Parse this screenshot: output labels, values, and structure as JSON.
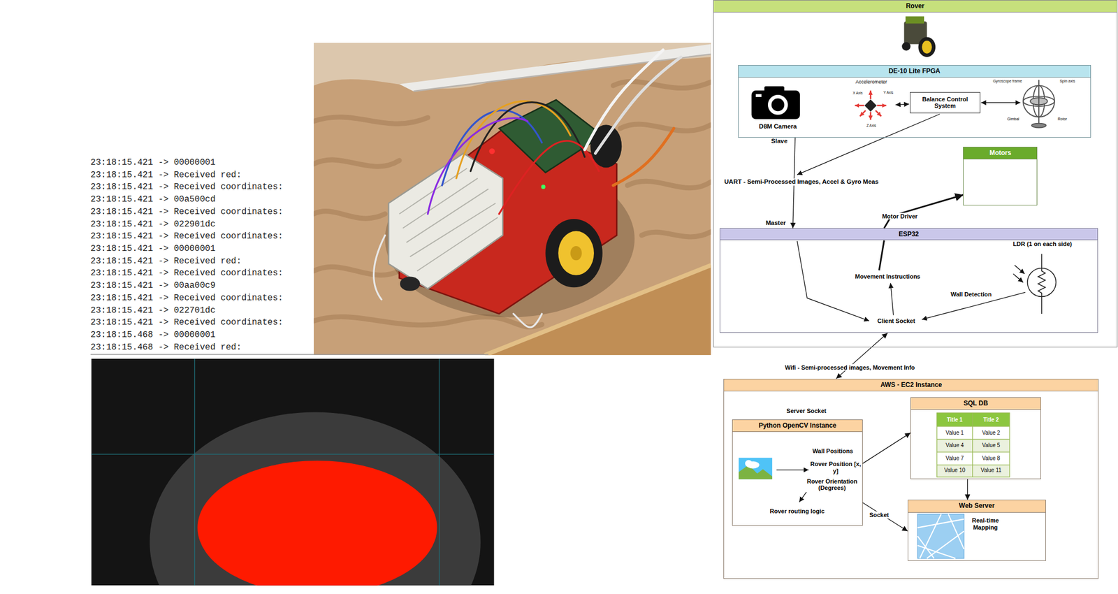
{
  "diagram": {
    "nodes": [
      {
        "text": [
          "Rover"
        ]
      },
      {
        "text": [
          "DE-10 Lite FPGA"
        ],
        "in": 0
      },
      {
        "text": [
          "Balance Control System"
        ],
        "in": 1
      },
      {
        "text": [
          "Motors"
        ],
        "in": 0
      },
      {
        "text": [
          "ESP32"
        ],
        "in": 0
      },
      {
        "text": [
          "AWS - EC2 Instance"
        ]
      },
      {
        "text": [
          "Python OpenCV Instance"
        ],
        "in": 5
      },
      {
        "text": [
          "SQL DB"
        ],
        "in": 5
      },
      {
        "text": [
          "Web Server"
        ],
        "in": 5
      }
    ],
    "edges": [
      {
        "from": 1,
        "to": 4,
        "arrow": "to",
        "label": "UART - Semi-Processed Images, Accel & Gyro Meas"
      },
      {
        "from": 4,
        "to": 3,
        "arrow": "to",
        "label": "Motor Driver"
      },
      {
        "from": 4,
        "to": 5,
        "arrow": "both",
        "label": "Wifi - Semi-processed images, Movement Info"
      },
      {
        "from": 6,
        "to": 7,
        "arrow": "to"
      },
      {
        "from": 7,
        "to": 8,
        "arrow": "to"
      },
      {
        "from": 6,
        "to": 8,
        "arrow": "to",
        "label": "Socket"
      }
    ],
    "labels": [
      "23:18:15.421 -> 00000001",
      "23:18:15.421 -> Received red:",
      "23:18:15.421 -> Received coordinates:",
      "23:18:15.421 -> 00a500cd",
      "23:18:15.421 -> Received coordinates:",
      "23:18:15.421 -> 022901dc",
      "23:18:15.421 -> Received coordinates:",
      "23:18:15.421 -> 00000001",
      "23:18:15.421 -> Received red:",
      "23:18:15.421 -> Received coordinates:",
      "23:18:15.421 -> 00aa00c9",
      "23:18:15.421 -> Received coordinates:",
      "23:18:15.421 -> 022701dc",
      "23:18:15.421 -> Received coordinates:",
      "23:18:15.468 -> 00000001",
      "23:18:15.468 -> Received red:",
      "Accelerometer",
      "X Axis",
      "Y Axis",
      "Z Axis",
      "Gyroscope frame",
      "Spin axis",
      "Gimbal",
      "Rotor",
      "D8M Camera",
      "Slave",
      "Master",
      "LDR (1 on each side)",
      "Movement Instructions",
      "Wall Detection",
      "Client Socket",
      "Server Socket",
      "Wall Positions",
      "Rover Position [x, y]",
      "Rover Orientation (Degrees)",
      "Rover routing logic",
      "Title 1",
      "Title 2",
      "Value 1",
      "Value 2",
      "Value 4",
      "Value 5",
      "Value 7",
      "Value 8",
      "Value 10",
      "Value 11",
      "Real-time Mapping"
    ]
  }
}
